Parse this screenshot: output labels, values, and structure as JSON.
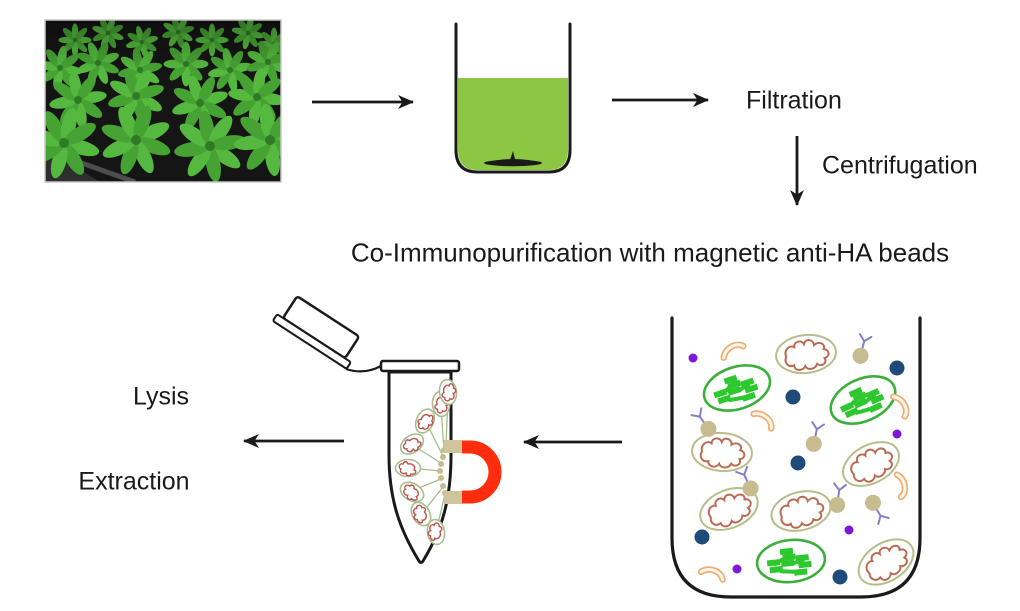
{
  "figure": {
    "title": "Co-Immunopurification with magnetic anti-HA beads",
    "labels": {
      "filtration": "Filtration",
      "centrifugation": "Centrifugation",
      "lysis": "Lysis",
      "extraction": "Extraction"
    }
  },
  "icons": [
    "plant-photo",
    "beaker-icon",
    "stir-bar-icon",
    "microcentrifuge-tube-icon",
    "magnet-icon",
    "sample-container-icon",
    "chloroplast-icon",
    "mitochondrion-icon",
    "antibody-bead-icon",
    "blue-particle-icon",
    "purple-particle-icon",
    "membrane-fragment-icon",
    "arrow-icon"
  ],
  "colors": {
    "ink": "#1A1A1A",
    "lysate-green": "#8CC642",
    "chloroplast-outline": "#3CAE3C",
    "chloroplast-grana": "#2DC82D",
    "mito-outline": "#B9BC8A",
    "mito-cristae": "#BB6A52",
    "bead-tan": "#C6BC8F",
    "antibody-purple": "#8181C9",
    "vesicle-navy": "#1F4A7A",
    "dot-violet": "#7F16D8",
    "worm-peach": "#F0AD74",
    "magnet-red": "#FF2D0D",
    "magnet-pole": "#CFC49A",
    "tube-mito-outline": "#A5BE8C",
    "tube-mito-cristae": "#C0504D",
    "leaf-a": "#54B93E",
    "leaf-b": "#46A333",
    "leaf-c": "#2F7A26",
    "photo-bg": "#151515"
  }
}
